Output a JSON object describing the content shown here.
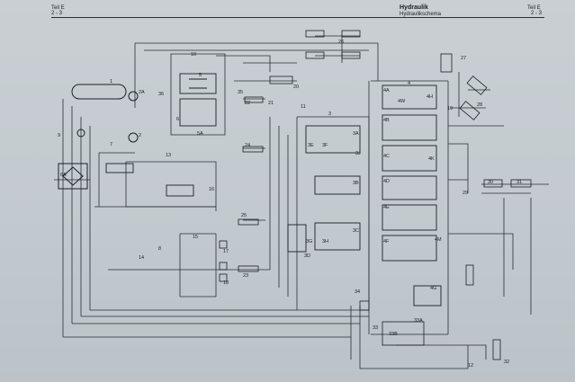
{
  "header": {
    "left_title": "Teil E",
    "left_page": "2 - 3",
    "center_title": "Hydraulik",
    "center_subtitle": "Hydraulikschema",
    "right_title": "Teil E",
    "right_page": "2 - 3"
  },
  "diagram": {
    "component_labels": [
      "1",
      "2A",
      "2",
      "3",
      "3A",
      "3B",
      "3C",
      "3D",
      "3E",
      "3F",
      "3G",
      "3H",
      "3J",
      "4",
      "4A",
      "4B",
      "4C",
      "4D",
      "4E",
      "4F",
      "4G",
      "4H",
      "4K",
      "4M",
      "4W",
      "5",
      "5A",
      "6",
      "6A",
      "7",
      "8",
      "9",
      "10",
      "11",
      "12",
      "13",
      "14",
      "15",
      "16",
      "17",
      "18",
      "19",
      "20",
      "21",
      "22",
      "23",
      "24",
      "25",
      "26",
      "27",
      "28",
      "29",
      "30",
      "31",
      "32",
      "33",
      "33A",
      "33B",
      "34",
      "35",
      "36"
    ]
  },
  "colors": {
    "paper": "#c6ccd1",
    "ink": "#1b1f22"
  }
}
